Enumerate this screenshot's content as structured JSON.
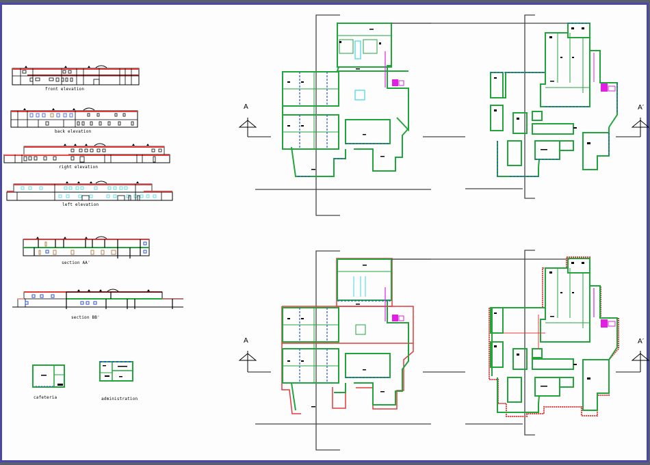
{
  "drawing": {
    "background": "#fdfdfd",
    "border_color": "#4a49a8",
    "colors": {
      "wall_green": "#1fa53a",
      "roof_red": "#e23a3a",
      "door_blue": "#2a4fd8",
      "glass_cyan": "#3fd6e0",
      "stair_magenta": "#e020e0",
      "line_black": "#000000",
      "axis_gray": "#555555"
    }
  },
  "elevations": [
    {
      "id": "front",
      "label": "front elevation"
    },
    {
      "id": "back",
      "label": "back elevation"
    },
    {
      "id": "right",
      "label": "right elevation"
    },
    {
      "id": "left",
      "label": "left elevation"
    }
  ],
  "sections": [
    {
      "id": "aa",
      "label": "section AA'"
    },
    {
      "id": "bb",
      "label": "section BB'"
    }
  ],
  "small_plans": [
    {
      "id": "cafeteria",
      "label": "cafeteria"
    },
    {
      "id": "administration",
      "label": "administration"
    }
  ],
  "section_markers": {
    "top_left": "A",
    "top_right": "A′",
    "bottom_left": "A",
    "bottom_right": "A′"
  },
  "floor_plans": [
    {
      "id": "plan-top-left",
      "layer": "ground floor"
    },
    {
      "id": "plan-top-right",
      "layer": "ground floor"
    },
    {
      "id": "plan-bottom-left",
      "layer": "first floor / roof"
    },
    {
      "id": "plan-bottom-right",
      "layer": "first floor / roof"
    }
  ]
}
